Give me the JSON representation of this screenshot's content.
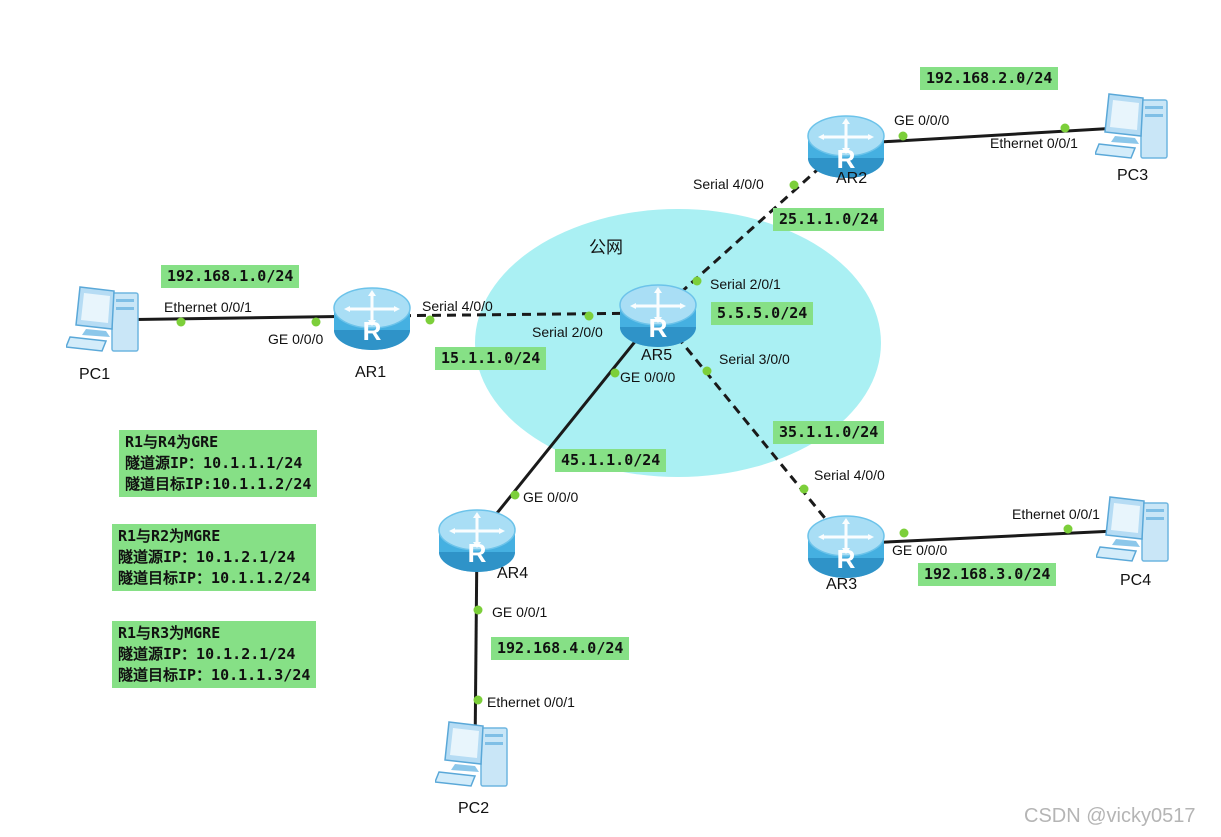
{
  "cloud": {
    "label": "公网"
  },
  "devices": [
    {
      "id": "ar1",
      "kind": "router",
      "label": "AR1"
    },
    {
      "id": "ar2",
      "kind": "router",
      "label": "AR2"
    },
    {
      "id": "ar3",
      "kind": "router",
      "label": "AR3"
    },
    {
      "id": "ar4",
      "kind": "router",
      "label": "AR4"
    },
    {
      "id": "ar5",
      "kind": "router",
      "label": "AR5"
    },
    {
      "id": "pc1",
      "kind": "pc",
      "label": "PC1"
    },
    {
      "id": "pc2",
      "kind": "pc",
      "label": "PC2"
    },
    {
      "id": "pc3",
      "kind": "pc",
      "label": "PC3"
    },
    {
      "id": "pc4",
      "kind": "pc",
      "label": "PC4"
    }
  ],
  "links": [
    {
      "id": "pc1-ar1",
      "from": "pc1",
      "to": "ar1",
      "style": "solid",
      "from_port": "Ethernet 0/0/1",
      "to_port": "GE 0/0/0",
      "network": "192.168.1.0/24"
    },
    {
      "id": "ar1-ar5",
      "from": "ar1",
      "to": "ar5",
      "style": "dashed",
      "from_port": "Serial 4/0/0",
      "to_port": "Serial 2/0/0",
      "network": "15.1.1.0/24"
    },
    {
      "id": "ar5-ar2",
      "from": "ar5",
      "to": "ar2",
      "style": "dashed",
      "from_port": "Serial 2/0/1",
      "to_port": "Serial 4/0/0",
      "network": "25.1.1.0/24"
    },
    {
      "id": "ar2-pc3",
      "from": "ar2",
      "to": "pc3",
      "style": "solid",
      "from_port": "GE 0/0/0",
      "to_port": "Ethernet 0/0/1",
      "network": "192.168.2.0/24"
    },
    {
      "id": "ar5-ar3",
      "from": "ar5",
      "to": "ar3",
      "style": "dashed",
      "from_port": "Serial 3/0/0",
      "to_port": "Serial 4/0/0",
      "network": "35.1.1.0/24"
    },
    {
      "id": "ar3-pc4",
      "from": "ar3",
      "to": "pc4",
      "style": "solid",
      "from_port": "GE 0/0/0",
      "to_port": "Ethernet 0/0/1",
      "network": "192.168.3.0/24"
    },
    {
      "id": "ar5-ar4",
      "from": "ar5",
      "to": "ar4",
      "style": "solid",
      "from_port": "GE 0/0/0",
      "to_port": "GE 0/0/0",
      "network": "45.1.1.0/24"
    },
    {
      "id": "ar4-pc2",
      "from": "ar4",
      "to": "pc2",
      "style": "solid",
      "from_port": "GE 0/0/1",
      "to_port": "Ethernet 0/0/1",
      "network": "192.168.4.0/24"
    }
  ],
  "loopback": {
    "device": "ar5",
    "network": "5.5.5.0/24"
  },
  "notes": [
    {
      "lines": [
        "R1与R4为GRE",
        "隧道源IP：10.1.1.1/24",
        "隧道目标IP:10.1.1.2/24"
      ]
    },
    {
      "lines": [
        "R1与R2为MGRE",
        "隧道源IP：10.1.2.1/24",
        "隧道目标IP：10.1.1.2/24"
      ]
    },
    {
      "lines": [
        "R1与R3为MGRE",
        "隧道源IP：10.1.2.1/24",
        "隧道目标IP：10.1.1.3/24"
      ]
    }
  ],
  "watermark": "CSDN @vicky0517",
  "colors": {
    "cloud": "#aaf0f3",
    "label_bg": "#86e086",
    "port_dot": "#7ccf3a",
    "link": "#1a1a1a",
    "router_body": "#4bb3e3",
    "router_top": "#9ad8f3",
    "pc_body": "#b9dcf3"
  }
}
